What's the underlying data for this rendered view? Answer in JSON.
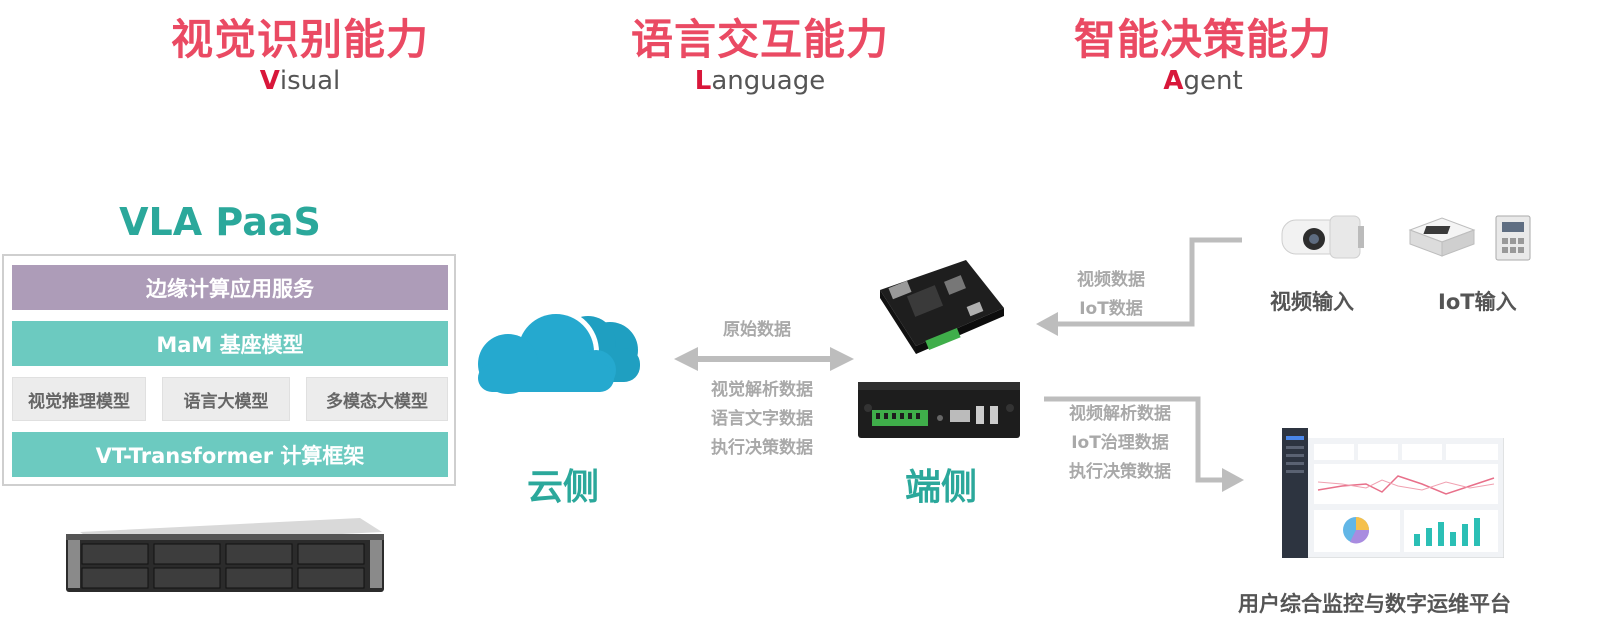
{
  "capabilities": [
    {
      "title": "视觉识别能力",
      "initial": "V",
      "rest": "isual"
    },
    {
      "title": "语言交互能力",
      "initial": "L",
      "rest": "anguage"
    },
    {
      "title": "智能决策能力",
      "initial": "A",
      "rest": "gent"
    }
  ],
  "paas": {
    "title": "VLA PaaS",
    "layer1": "边缘计算应用服务",
    "layer2": "MaM 基座模型",
    "models": [
      "视觉推理模型",
      "语言大模型",
      "多模态大模型"
    ],
    "layer4": "VT-Transformer 计算框架"
  },
  "cloud": {
    "label": "云侧"
  },
  "edge": {
    "label": "端侧"
  },
  "link": {
    "up": "原始数据",
    "down": [
      "视觉解析数据",
      "语言文字数据",
      "执行决策数据"
    ]
  },
  "inputs": {
    "flow": [
      "视频数据",
      "IoT数据"
    ],
    "video_label": "视频输入",
    "iot_label": "IoT输入"
  },
  "outputs": {
    "flow": [
      "视频解析数据",
      "IoT治理数据",
      "执行决策数据"
    ],
    "platform_label": "用户综合监控与数字运维平台"
  },
  "colors": {
    "accent_red": "#ea4a63",
    "teal": "#2ba89b",
    "purple": "#ad9cb8",
    "light_teal": "#6ccac0",
    "gray_text": "#a9a9a9"
  }
}
